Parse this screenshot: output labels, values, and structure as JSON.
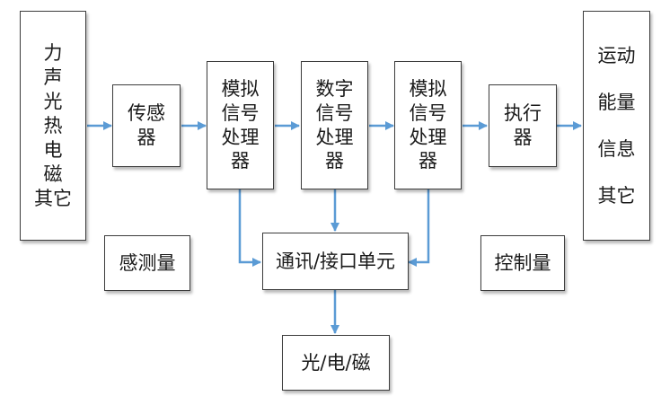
{
  "inputs_box": {
    "lines": [
      "力",
      "声",
      "光",
      "热",
      "电",
      "磁",
      "其它"
    ]
  },
  "sensor": {
    "lines": [
      "传感",
      "器"
    ]
  },
  "analog_in": {
    "lines": [
      "模拟",
      "信号",
      "处理",
      "器"
    ]
  },
  "digital": {
    "lines": [
      "数字",
      "信号",
      "处理",
      "器"
    ]
  },
  "analog_out": {
    "lines": [
      "模拟",
      "信号",
      "处理",
      "器"
    ]
  },
  "actuator": {
    "lines": [
      "执行",
      "器"
    ]
  },
  "outputs_box": {
    "lines": [
      "运动",
      "能量",
      "信息",
      "其它"
    ]
  },
  "comm_unit": {
    "label": "通讯/接口单元"
  },
  "bottom_box": {
    "label": "光/电/磁"
  },
  "measured_label": "感测量",
  "control_label": "控制量",
  "colors": {
    "arrow": "#5b9bd5",
    "border": "#3c3c3c"
  }
}
